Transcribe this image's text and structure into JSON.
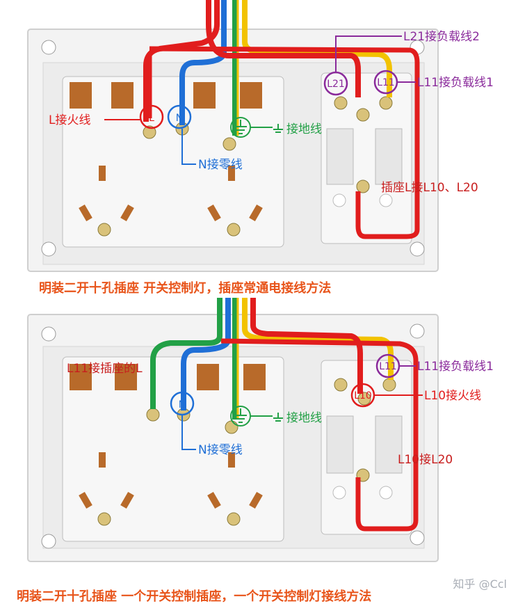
{
  "panel1": {
    "caption": "明装二开十孔插座  开关控制灯，插座常通电接线方法",
    "labels": {
      "l_live": "L接火线",
      "n_neutral": "N接零线",
      "ground": "接地线",
      "l21_load": "L21接负载线2",
      "l11_load": "L11接负载线1",
      "socket_l": "插座L接L10、L20"
    },
    "circles": {
      "l": "L",
      "n": "N",
      "l21": "L21",
      "l11": "L11"
    }
  },
  "panel2": {
    "caption": "明装二开十孔插座  一个开关控制插座，一个开关控制灯接线方法",
    "labels": {
      "l11_socket": "L11接插座的L",
      "n_neutral": "N接零线",
      "ground": "接地线",
      "l11_load": "L11接负载线1",
      "l10_live": "L10接火线",
      "l10_l20": "L10接L20"
    },
    "circles": {
      "n": "N",
      "l11": "L11",
      "l10": "L10"
    }
  },
  "watermark": "知乎 @Ccl",
  "colors": {
    "red": "#e11d1d",
    "blue": "#1f6fd6",
    "green": "#22a046",
    "yellow": "#f2c200",
    "purple": "#8a2a9b",
    "caption": "#e8541a",
    "plate": "#f1f1f1"
  }
}
